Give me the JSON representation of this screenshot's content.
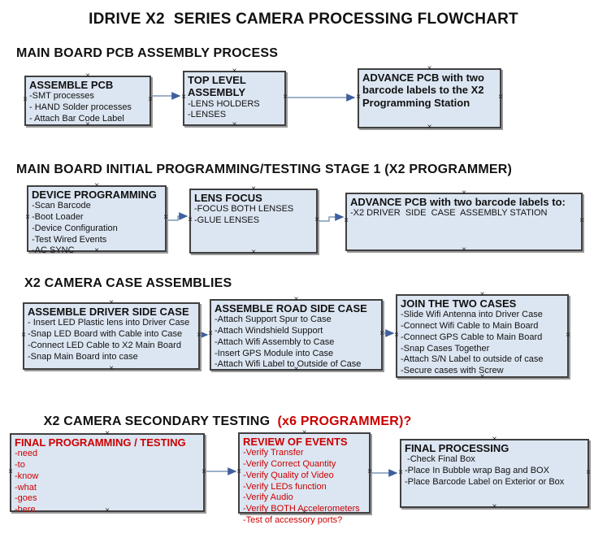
{
  "title": "IDRIVE X2  SERIES CAMERA PROCESSING FLOWCHART",
  "colors": {
    "box_fill": "#dce6f2",
    "box_border": "#404040",
    "box_shadow": "#9a9a9a",
    "arrow_line": "#7b97b7",
    "arrow_head": "#3f5f9e",
    "red_text": "#cc0000"
  },
  "sections": [
    {
      "heading": "MAIN BOARD PCB ASSEMBLY PROCESS",
      "boxes": [
        {
          "title": "ASSEMBLE PCB",
          "items": [
            "-SMT processes",
            "- HAND Solder processes",
            "- Attach Bar Code Label"
          ]
        },
        {
          "title": "TOP LEVEL ASSEMBLY",
          "items": [
            "-LENS HOLDERS",
            "-LENSES"
          ]
        },
        {
          "title": "ADVANCE PCB with two barcode labels to the  X2 Programming Station",
          "items": []
        }
      ]
    },
    {
      "heading": "MAIN BOARD INITIAL PROGRAMMING/TESTING STAGE 1 (X2 PROGRAMMER)",
      "boxes": [
        {
          "title": "DEVICE PROGRAMMING",
          "items": [
            "-Scan Barcode",
            "-Boot Loader",
            "-Device Configuration",
            "-Test Wired Events",
            "-AC SYNC"
          ]
        },
        {
          "title": "LENS FOCUS",
          "items": [
            "-FOCUS BOTH LENSES",
            "-GLUE LENSES"
          ]
        },
        {
          "title": "ADVANCE PCB with two barcode labels to:",
          "items": [
            "-X2 DRIVER  SIDE  CASE  ASSEMBLY STATION"
          ]
        }
      ]
    },
    {
      "heading": "X2 CAMERA CASE ASSEMBLIES",
      "boxes": [
        {
          "title": "ASSEMBLE DRIVER SIDE CASE",
          "items": [
            "- Insert LED Plastic lens into Driver Case",
            "-Snap LED Board with Cable into Case",
            "-Connect LED Cable to X2 Main Board",
            "-Snap Main Board into case"
          ]
        },
        {
          "title": "ASSEMBLE ROAD SIDE CASE",
          "items": [
            "-Attach Support Spur to Case",
            "-Attach Windshield Support",
            "-Attach Wifi Assembly to Case",
            "-Insert GPS Module into Case",
            "-Attach Wifi Label to Outside of Case"
          ]
        },
        {
          "title": "JOIN THE TWO CASES",
          "items": [
            "-Slide Wifi Antenna into Driver Case",
            "-Connect Wifi Cable to Main Board",
            "-Connect GPS Cable to Main Board",
            "-Snap Cases Together",
            "-Attach S/N Label to outside of case",
            "-Secure cases with Screw"
          ]
        }
      ]
    },
    {
      "heading": "X2 CAMERA SECONDARY TESTING  ",
      "heading_red": "(x6 PROGRAMMER)?",
      "boxes": [
        {
          "title": "FINAL PROGRAMMING / TESTING",
          "red": true,
          "items": [
            "-need",
            "-to",
            "-know",
            "-what",
            "-goes",
            "-here"
          ]
        },
        {
          "title": "REVIEW OF EVENTS",
          "red": true,
          "items": [
            "-Verify Transfer",
            "-Verify Correct Quantity",
            "-Verify Quality of Video",
            "-Verify LEDs function",
            "-Verify Audio",
            "-Verify BOTH Accelerometers",
            "-Test of accessory ports?"
          ]
        },
        {
          "title": "FINAL PROCESSING",
          "items": [
            " -Check Final Box",
            "-Place In Bubble wrap Bag and BOX",
            "-Place Barcode Label on Exterior or Box"
          ]
        }
      ]
    }
  ]
}
